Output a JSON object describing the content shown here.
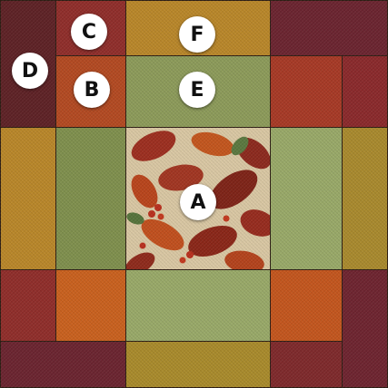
{
  "fabrics": {
    "burgundy": "#7a2730",
    "burgundy_dark": "#5e2226",
    "red": "#8f2e2b",
    "rust_red": "#a63a26",
    "orange": "#c8611f",
    "golden": "#b8862a",
    "sage": "#8c9a5a",
    "sage_light": "#98a868",
    "floral_base": "#d9c8a8"
  },
  "labels": {
    "A": "A",
    "B": "B",
    "C": "C",
    "D": "D",
    "E": "E",
    "F": "F"
  }
}
